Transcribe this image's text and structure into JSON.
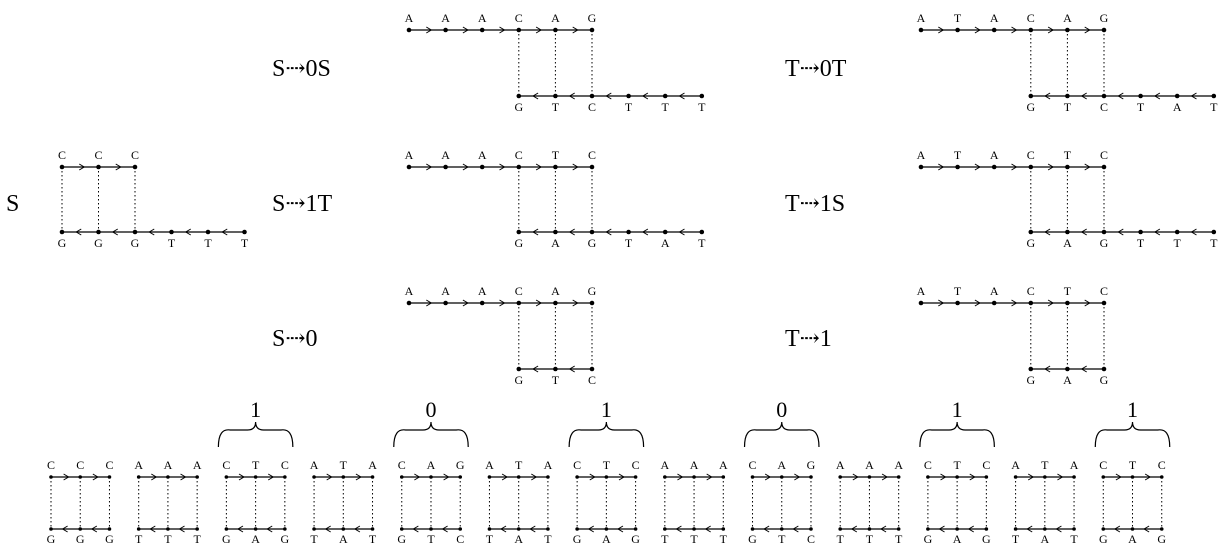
{
  "panels": [
    {
      "id": "p-s",
      "top": [
        "C",
        "C",
        "C"
      ],
      "bottom": [
        "G",
        "G",
        "G",
        "T",
        "T",
        "T"
      ]
    },
    {
      "id": "p-s0s",
      "top": [
        "A",
        "A",
        "A",
        "C",
        "A",
        "G"
      ],
      "bottom": [
        "G",
        "T",
        "C",
        "T",
        "T",
        "T"
      ]
    },
    {
      "id": "p-s1t",
      "top": [
        "A",
        "A",
        "A",
        "C",
        "T",
        "C"
      ],
      "bottom": [
        "G",
        "A",
        "G",
        "T",
        "A",
        "T"
      ]
    },
    {
      "id": "p-s0",
      "top": [
        "A",
        "A",
        "A",
        "C",
        "A",
        "G"
      ],
      "bottom": [
        "G",
        "T",
        "C"
      ]
    },
    {
      "id": "p-t0t",
      "top": [
        "A",
        "T",
        "A",
        "C",
        "A",
        "G"
      ],
      "bottom": [
        "G",
        "T",
        "C",
        "T",
        "A",
        "T"
      ]
    },
    {
      "id": "p-t1s",
      "top": [
        "A",
        "T",
        "A",
        "C",
        "T",
        "C"
      ],
      "bottom": [
        "G",
        "A",
        "G",
        "T",
        "T",
        "T"
      ]
    },
    {
      "id": "p-t1",
      "top": [
        "A",
        "T",
        "A",
        "C",
        "T",
        "C"
      ],
      "bottom": [
        "G",
        "A",
        "G"
      ]
    }
  ],
  "labels": {
    "start": "S",
    "r_s0s": "S⇢0S",
    "r_s1t": "S⇢1T",
    "r_s0": "S⇢0",
    "r_t0t": "T⇢0T",
    "r_t1s": "T⇢1S",
    "r_t1": "T⇢1"
  },
  "bottom_strand": {
    "top": [
      "C",
      "C",
      "C",
      "A",
      "A",
      "A",
      "C",
      "T",
      "C",
      "A",
      "T",
      "A",
      "C",
      "A",
      "G",
      "A",
      "T",
      "A",
      "C",
      "T",
      "C",
      "A",
      "A",
      "A",
      "C",
      "A",
      "G",
      "A",
      "A",
      "A",
      "C",
      "T",
      "C",
      "A",
      "T",
      "A",
      "C",
      "T",
      "C"
    ],
    "bottom": [
      "G",
      "G",
      "G",
      "T",
      "T",
      "T",
      "G",
      "A",
      "G",
      "T",
      "A",
      "T",
      "G",
      "T",
      "C",
      "T",
      "A",
      "T",
      "G",
      "A",
      "G",
      "T",
      "T",
      "T",
      "G",
      "T",
      "C",
      "T",
      "T",
      "T",
      "G",
      "A",
      "G",
      "T",
      "A",
      "T",
      "G",
      "A",
      "G"
    ],
    "braces": [
      "1",
      "0",
      "1",
      "0",
      "1",
      "1"
    ]
  }
}
